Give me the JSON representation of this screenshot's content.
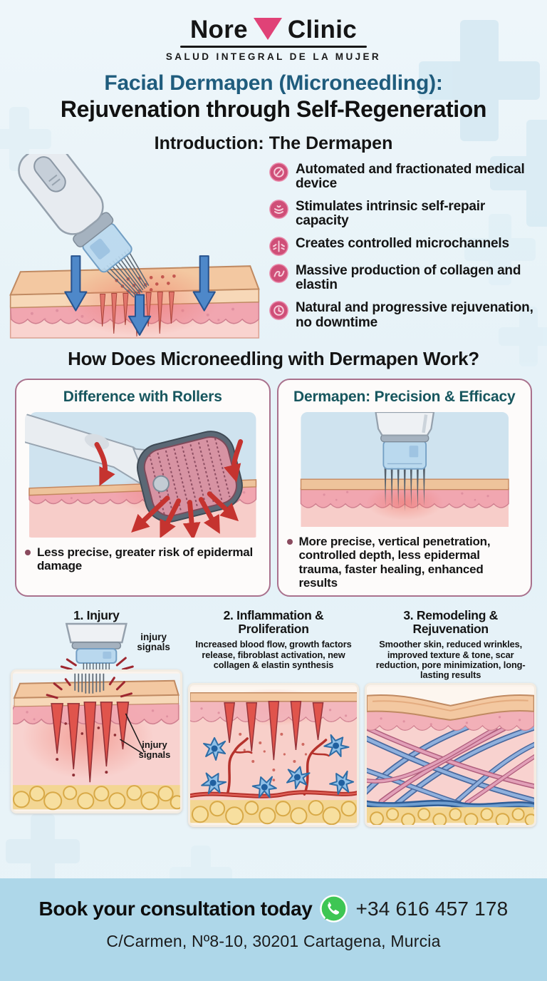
{
  "logo": {
    "name_left": "Nore",
    "name_right": "Clinic",
    "tagline": "SALUD INTEGRAL DE LA MUJER"
  },
  "title": {
    "line1": "Facial Dermapen (Microneedling):",
    "line2": "Rejuvenation through Self-Regeneration"
  },
  "intro": {
    "heading": "Introduction: The Dermapen",
    "bullets": [
      {
        "icon": "device-icon",
        "text": "Automated and fractionated medical device"
      },
      {
        "icon": "self-repair-icon",
        "text": "Stimulates intrinsic self-repair capacity"
      },
      {
        "icon": "microchannels-icon",
        "text": "Creates controlled microchannels"
      },
      {
        "icon": "collagen-icon",
        "text": "Massive production of collagen and elastin"
      },
      {
        "icon": "rejuvenation-clock-icon",
        "text": "Natural and progressive rejuvenation, no downtime"
      }
    ]
  },
  "how": {
    "heading": "How Does Microneedling with Dermapen Work?",
    "cards": [
      {
        "title": "Difference with Rollers",
        "bullet": "Less precise, greater risk of epidermal damage"
      },
      {
        "title": "Dermapen: Precision & Efficacy",
        "bullet": "More precise, vertical penetration, controlled depth, less epidermal trauma, faster healing, enhanced results"
      }
    ]
  },
  "steps": [
    {
      "title": "1. Injury",
      "pen_label": "injury signals",
      "inner_label": "injury signals"
    },
    {
      "title": "2. Inflammation & Proliferation",
      "description": "Increased blood flow, growth factors release, fibroblast activation, new collagen & elastin synthesis"
    },
    {
      "title": "3. Remodeling & Rejuvenation",
      "description": "Smoother skin, reduced wrinkles, improved texture & tone, scar reduction, pore minimization, long-lasting results"
    }
  ],
  "footer": {
    "cta": "Book your consultation today",
    "phone": "+34 616 457 178",
    "address": "C/Carmen, Nº8-10, 30201 Cartagena, Murcia"
  },
  "colors": {
    "brand_pink": "#e04277",
    "title_teal": "#1f5c7d",
    "card_title_teal": "#17565e",
    "card_border_mauve": "#a9718d",
    "bullet_icon_pink": "#cf4f78",
    "whatsapp_green": "#3ec654",
    "footer_bg": "#aed7e9"
  }
}
